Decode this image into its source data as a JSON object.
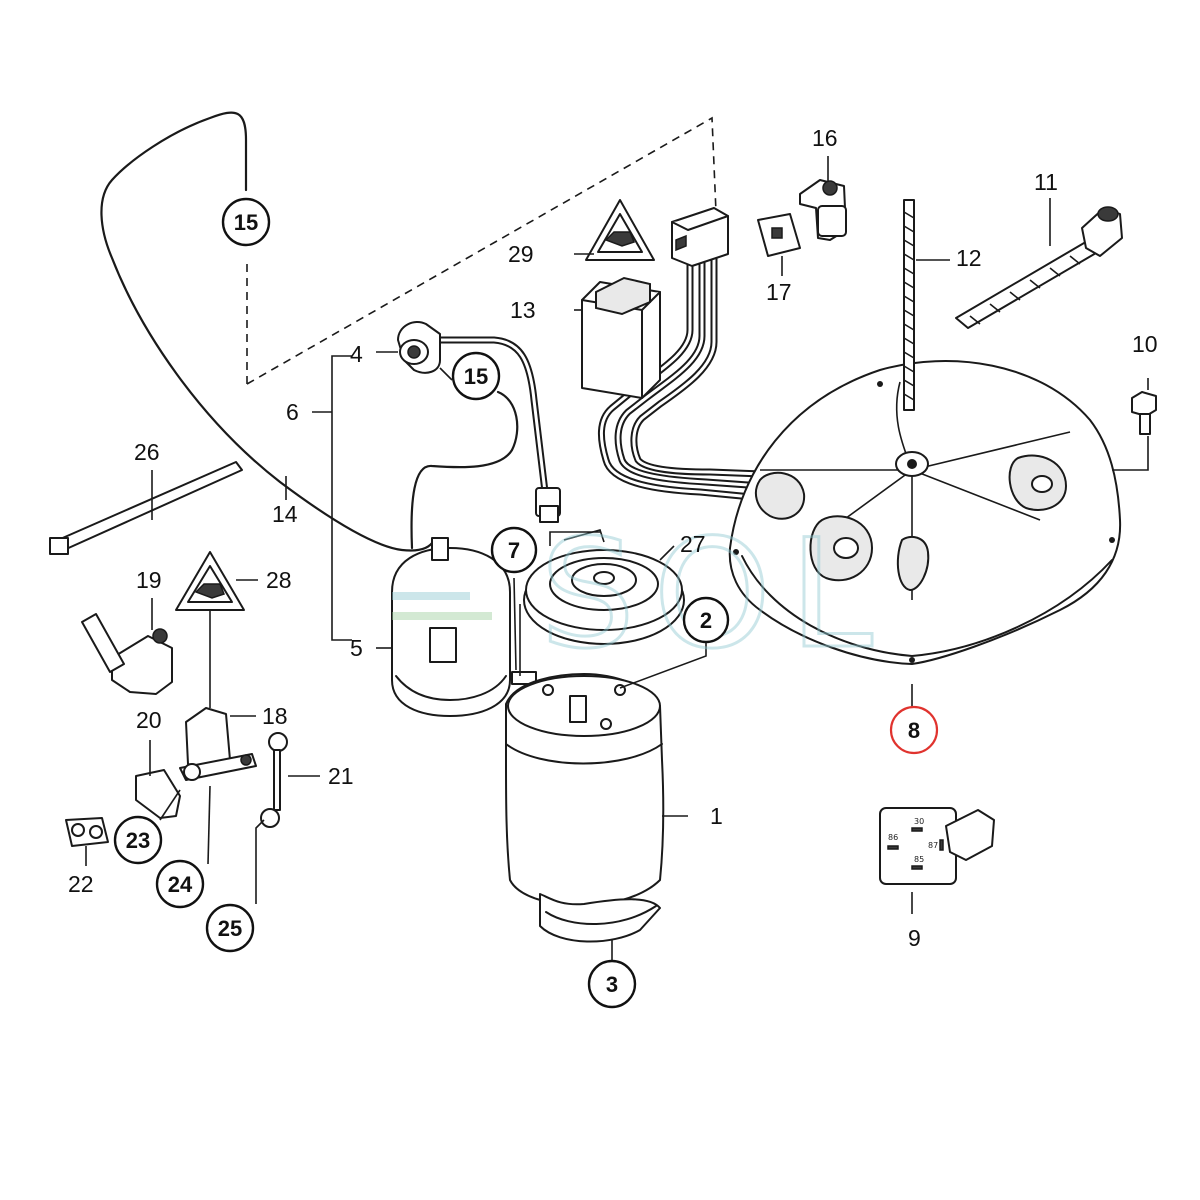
{
  "diagram": {
    "parts": [
      {
        "id": "1",
        "label": "1"
      },
      {
        "id": "2",
        "label": "2"
      },
      {
        "id": "3",
        "label": "3"
      },
      {
        "id": "4",
        "label": "4"
      },
      {
        "id": "5",
        "label": "5"
      },
      {
        "id": "6",
        "label": "6"
      },
      {
        "id": "7",
        "label": "7"
      },
      {
        "id": "8",
        "label": "8",
        "highlighted": true
      },
      {
        "id": "9",
        "label": "9"
      },
      {
        "id": "10",
        "label": "10"
      },
      {
        "id": "11",
        "label": "11"
      },
      {
        "id": "12",
        "label": "12"
      },
      {
        "id": "13",
        "label": "13"
      },
      {
        "id": "14",
        "label": "14"
      },
      {
        "id": "15",
        "label": "15"
      },
      {
        "id": "16",
        "label": "16"
      },
      {
        "id": "17",
        "label": "17"
      },
      {
        "id": "18",
        "label": "18"
      },
      {
        "id": "19",
        "label": "19"
      },
      {
        "id": "20",
        "label": "20"
      },
      {
        "id": "21",
        "label": "21"
      },
      {
        "id": "22",
        "label": "22"
      },
      {
        "id": "23",
        "label": "23"
      },
      {
        "id": "24",
        "label": "24"
      },
      {
        "id": "25",
        "label": "25"
      },
      {
        "id": "26",
        "label": "26"
      },
      {
        "id": "27",
        "label": "27"
      },
      {
        "id": "28",
        "label": "28"
      },
      {
        "id": "29",
        "label": "29"
      }
    ],
    "relay_pins": [
      "30",
      "86",
      "87",
      "85"
    ],
    "watermark": "SOL",
    "colors": {
      "line": "#1a1a1a",
      "highlight": "#e0332e",
      "watermark": "#8fc9d2"
    }
  }
}
